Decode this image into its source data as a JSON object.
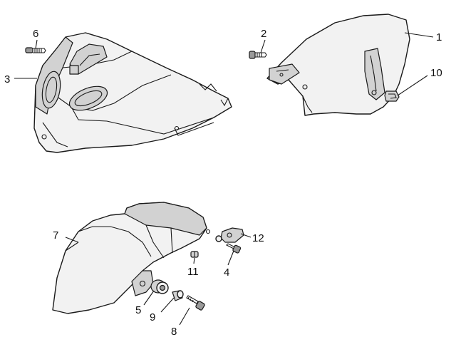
{
  "callouts": {
    "c1": "1",
    "c2": "2",
    "c3": "3",
    "c4": "4",
    "c5": "5",
    "c6": "6",
    "c7": "7",
    "c8": "8",
    "c9": "9",
    "c10": "10",
    "c11": "11",
    "c12": "12"
  },
  "colors": {
    "line": "#1a1a1a",
    "fill": "#f2f2f2",
    "shade": "#d2d2d2",
    "background": "#ffffff"
  }
}
